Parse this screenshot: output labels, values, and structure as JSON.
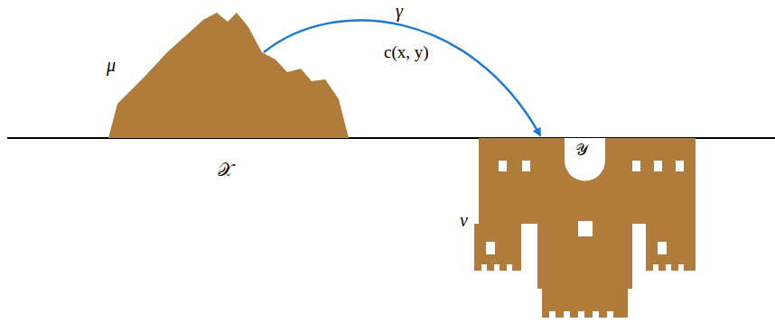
{
  "diagram": {
    "nodes": [
      {
        "text": [
          "μ"
        ]
      },
      {
        "text": [
          "ν"
        ]
      }
    ],
    "edges": [
      {
        "from": 0,
        "to": 1,
        "arrow": "to",
        "label": "γ"
      }
    ],
    "labels": [
      "c(x, y)",
      "𝒳",
      "𝒴"
    ]
  }
}
